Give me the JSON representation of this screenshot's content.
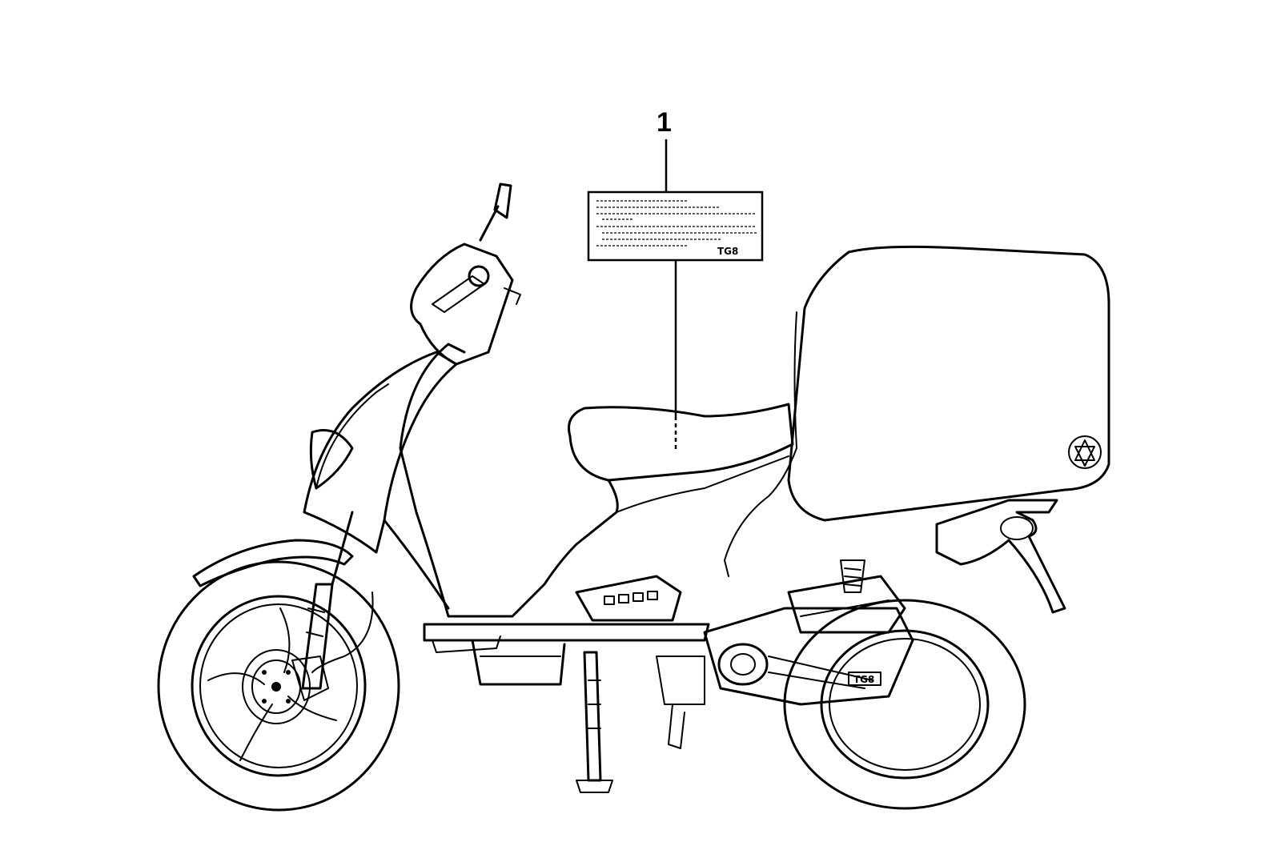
{
  "callout": {
    "number": "1"
  },
  "label": {
    "tag": "TG8"
  },
  "exhaust_badge": {
    "tag": "TG8"
  }
}
